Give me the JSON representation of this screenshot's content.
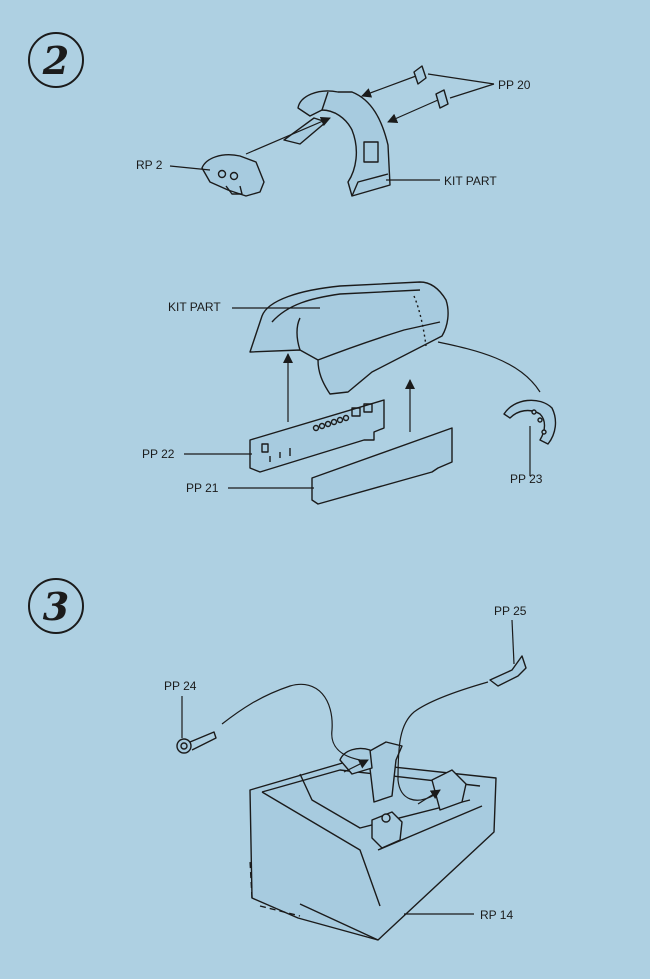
{
  "steps": [
    {
      "number": "2"
    },
    {
      "number": "3"
    }
  ],
  "labels": {
    "pp20": "PP 20",
    "rp2": "RP 2",
    "kit_part_top": "KIT PART",
    "kit_part_mid": "KIT PART",
    "pp22": "PP 22",
    "pp21": "PP 21",
    "pp23": "PP 23",
    "pp25": "PP 25",
    "pp24": "PP 24",
    "rp14": "RP 14"
  },
  "colors": {
    "background": "#aed0e2",
    "ink": "#1b1b1b",
    "part_fill": "#a7cbdf"
  }
}
